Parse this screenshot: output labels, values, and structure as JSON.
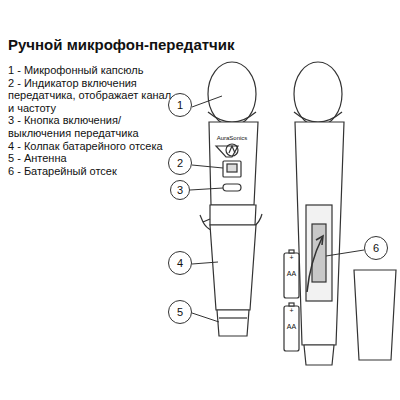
{
  "diagram": {
    "title": "Ручной микрофон-передатчик",
    "nodes": [
      {
        "text": [
          "1"
        ]
      },
      {
        "text": [
          "2"
        ]
      },
      {
        "text": [
          "3"
        ]
      },
      {
        "text": [
          "4"
        ]
      },
      {
        "text": [
          "5"
        ]
      },
      {
        "text": [
          "6"
        ]
      }
    ],
    "labels": [
      "1 - Микрофонный капсюль",
      "2 - Индикатор включения передатчика, отображает канал и частоту",
      "3 - Кнопка включения/ выключения передатчика",
      "4 - Колпак батарейного отсека",
      "5 - Антенна",
      "6 - Батарейный отсек",
      "AuraSonics",
      "AA",
      "AA",
      "+",
      "+"
    ]
  }
}
